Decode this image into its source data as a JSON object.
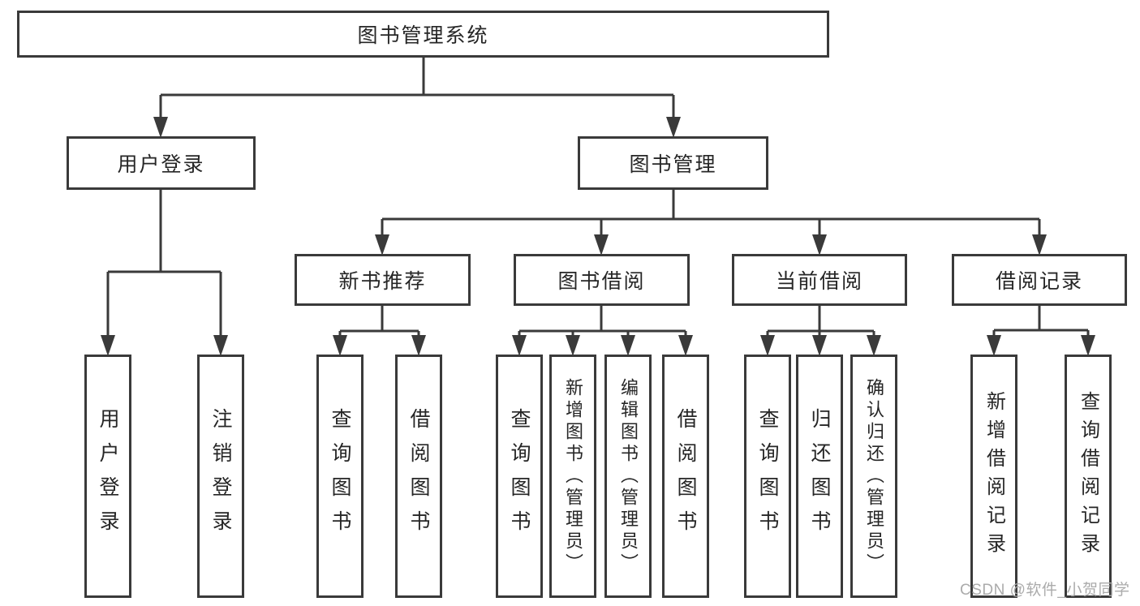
{
  "diagram": {
    "type": "hierarchy-tree",
    "root": {
      "label": "图书管理系统",
      "children": [
        {
          "label": "用户登录",
          "children": [
            {
              "label": "用户登录"
            },
            {
              "label": "注销登录"
            }
          ]
        },
        {
          "label": "图书管理",
          "children": [
            {
              "label": "新书推荐",
              "children": [
                {
                  "label": "查询图书"
                },
                {
                  "label": "借阅图书"
                }
              ]
            },
            {
              "label": "图书借阅",
              "children": [
                {
                  "label": "查询图书"
                },
                {
                  "label": "新增图书（管理员）"
                },
                {
                  "label": "编辑图书（管理员）"
                },
                {
                  "label": "借阅图书"
                }
              ]
            },
            {
              "label": "当前借阅",
              "children": [
                {
                  "label": "查询图书"
                },
                {
                  "label": "归还图书"
                },
                {
                  "label": "确认归还（管理员）"
                }
              ]
            },
            {
              "label": "借阅记录",
              "children": [
                {
                  "label": "新增借阅记录"
                },
                {
                  "label": "查询借阅记录"
                }
              ]
            }
          ]
        }
      ]
    }
  },
  "watermark": "CSDN @软件_小贺同学",
  "colors": {
    "line": "#3a3a3a",
    "text": "#262626",
    "background": "#ffffff",
    "watermark": "#ababab"
  }
}
